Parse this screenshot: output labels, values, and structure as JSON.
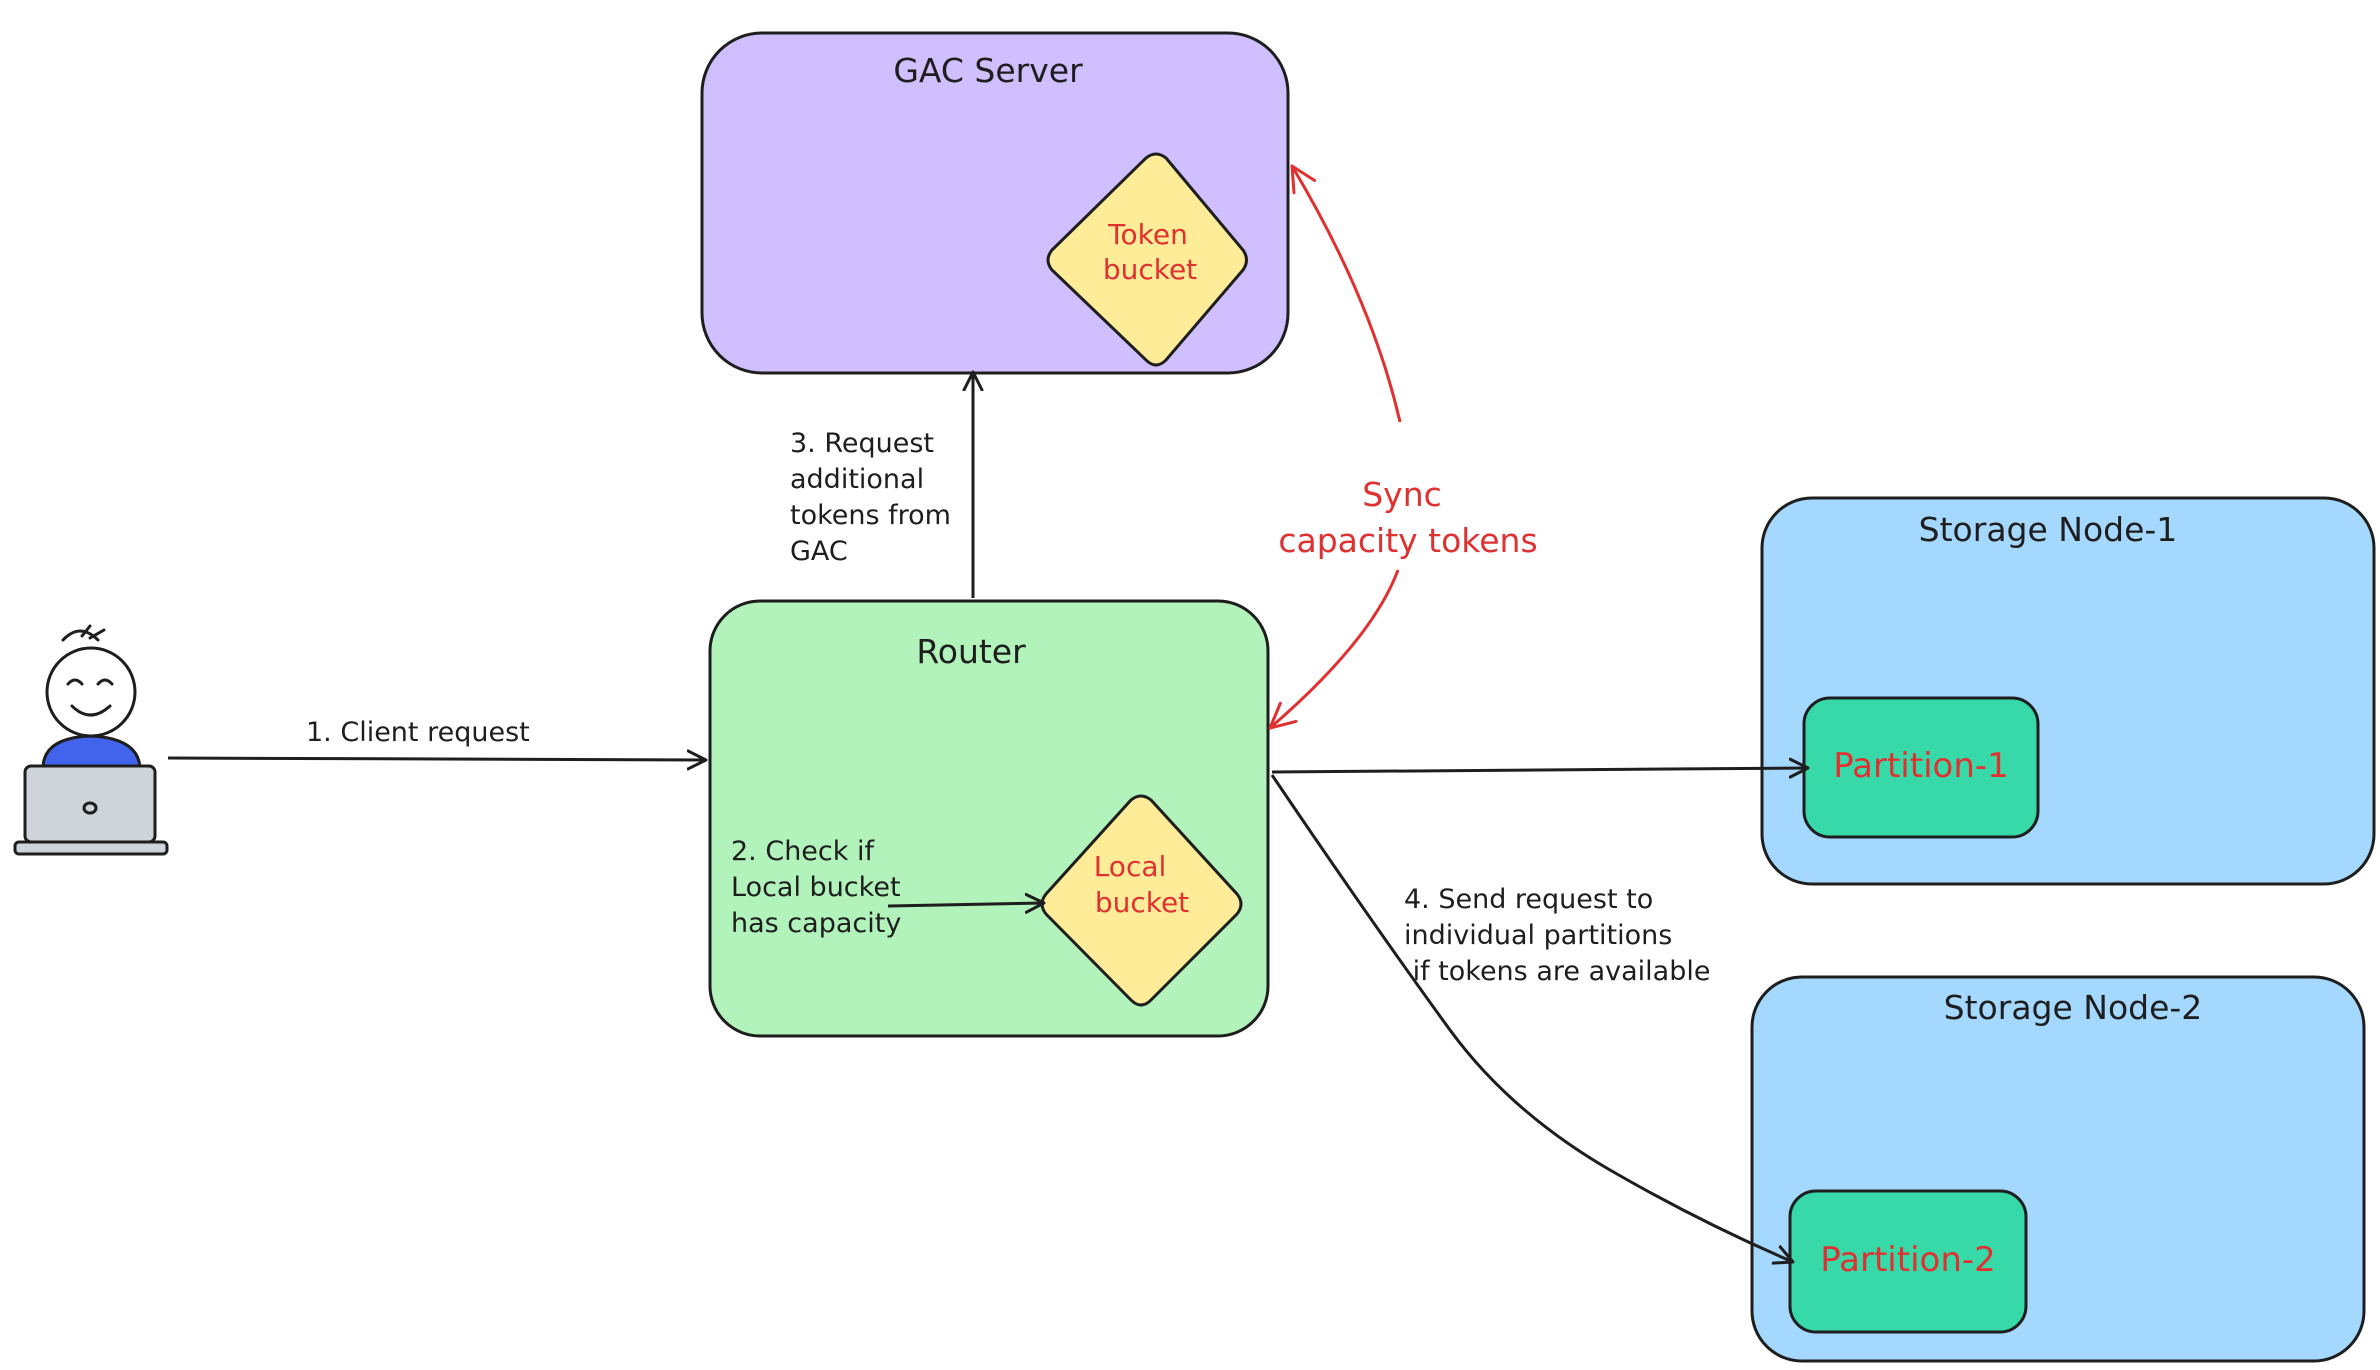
{
  "nodes": {
    "gac_server": {
      "title": "GAC Server",
      "token_bucket": [
        "Token",
        "bucket"
      ]
    },
    "router": {
      "title": "Router",
      "local_bucket": [
        "Local",
        "bucket"
      ]
    },
    "storage_node_1": {
      "title": "Storage Node-1",
      "partition": "Partition-1"
    },
    "storage_node_2": {
      "title": "Storage Node-2",
      "partition": "Partition-2"
    }
  },
  "edges": {
    "client_request": "1. Client request",
    "check_local": [
      "2. Check if",
      "Local bucket",
      "has capacity"
    ],
    "request_tokens": [
      "3. Request",
      "additional",
      "tokens from",
      "GAC"
    ],
    "send_request": [
      "4. Send request to",
      "individual partitions",
      " if tokens are available"
    ],
    "sync": [
      "Sync",
      "capacity tokens"
    ]
  },
  "colors": {
    "gac_fill": "#d0bfff",
    "router_fill": "#b2f2bb",
    "storage_fill": "#a5d8ff",
    "partition_fill": "#38d9a9",
    "bucket_fill": "#ffec99",
    "accent_red": "#e03131",
    "user_blue": "#4263eb",
    "laptop_fill": "#ced4da"
  },
  "icons": {
    "user": "person-with-laptop-icon"
  }
}
